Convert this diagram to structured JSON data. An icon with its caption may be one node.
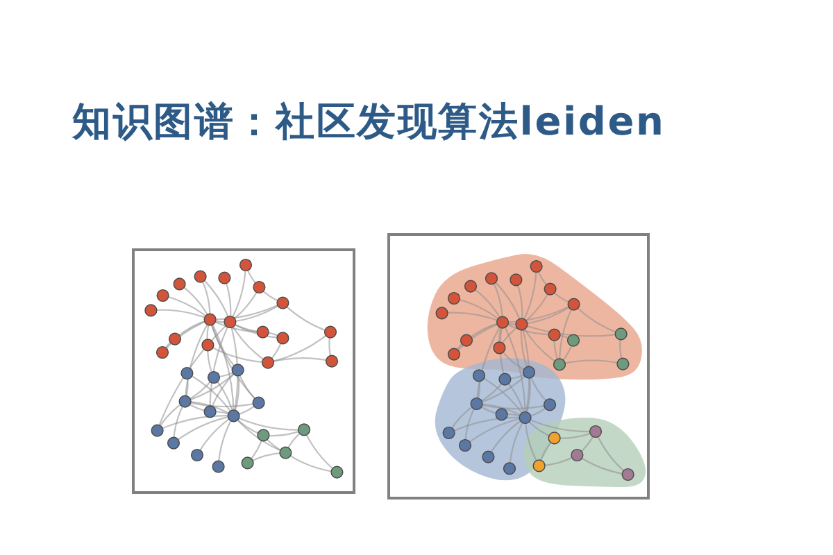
{
  "diagram": {
    "title": "知识图谱：社区发现算法leiden",
    "nodes": [
      {
        "text": [],
        "shape": "picture"
      },
      {
        "text": [],
        "shape": "picture"
      }
    ]
  }
}
